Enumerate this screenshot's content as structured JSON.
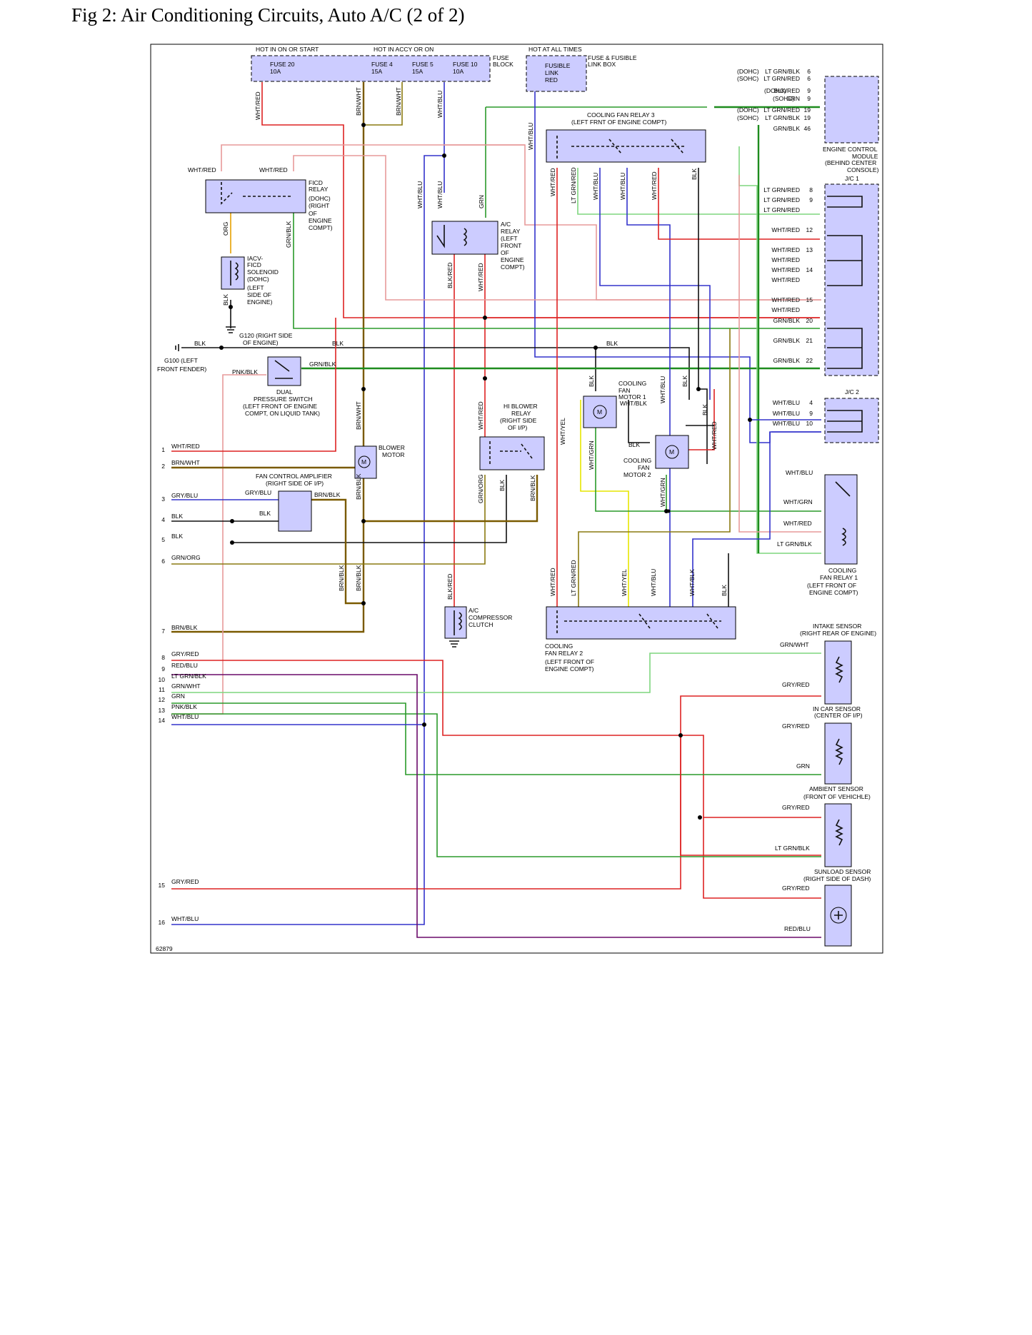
{
  "title": "Fig 2: Air Conditioning Circuits, Auto A/C (2 of 2)",
  "power": {
    "start": "HOT IN ON OR START",
    "accy": "HOT IN ACCY OR ON",
    "always": "HOT AT ALL TIMES"
  },
  "fuses": {
    "f20": "FUSE 20",
    "f20a": "10A",
    "f4": "FUSE 4",
    "f4a": "15A",
    "f5": "FUSE 5",
    "f5a": "15A",
    "f10": "FUSE 10",
    "f10a": "10A",
    "block1": "FUSE",
    "block2": "BLOCK",
    "link1": "FUSIBLE",
    "link2": "LINK",
    "link3": "RED",
    "box1": "FUSE & FUSIBLE",
    "box2": "LINK BOX"
  },
  "components": {
    "ecm1": "ENGINE CONTROL",
    "ecm2": "MODULE",
    "ecm3": "(BEHIND CENTER",
    "ecm4": "CONSOLE)",
    "jc1": "J/C 1",
    "jc2": "J/C 2",
    "cfr3a": "COOLING FAN RELAY 3",
    "cfr3b": "(LEFT FRNT OF ENGINE COMPT)",
    "ficd1": "FICD",
    "ficd2": "RELAY",
    "ficd3": "(DOHC)",
    "ficd4": "(RIGHT",
    "ficd5": "OF",
    "ficd6": "ENGINE",
    "ficd7": "COMPT)",
    "iacv1": "IACV-",
    "iacv2": "FICD",
    "iacv3": "SOLENOID",
    "iacv4": "(DOHC)",
    "iacv5": "(LEFT",
    "iacv6": "SIDE OF",
    "iacv7": "ENGINE)",
    "acr1": "A/C",
    "acr2": "RELAY",
    "acr3": "(LEFT",
    "acr4": "FRONT",
    "acr5": "OF",
    "acr6": "ENGINE",
    "acr7": "COMPT)",
    "g120a": "G120 (RIGHT SIDE",
    "g120b": "OF ENGINE)",
    "g100a": "G100  (LEFT",
    "g100b": "FRONT FENDER)",
    "dps1": "DUAL",
    "dps2": "PRESSURE SWITCH",
    "dps3": "(LEFT FRONT OF ENGINE",
    "dps4": "COMPT, ON LIQUID TANK)",
    "cfm1a": "COOLING",
    "cfm1b": "FAN",
    "cfm1c": "MOTOR 1",
    "cfm2a": "COOLING",
    "cfm2b": "FAN",
    "cfm2c": "MOTOR 2",
    "hbr1": "HI BLOWER",
    "hbr2": "RELAY",
    "hbr3": "(RIGHT SIDE",
    "hbr4": "OF I/P)",
    "bm1": "BLOWER",
    "bm2": "MOTOR",
    "fca1": "FAN CONTROL AMPLIFIER",
    "fca2": "(RIGHT SIDE OF I/P)",
    "cfr1a": "COOLING",
    "cfr1b": "FAN RELAY 1",
    "cfr1c": "(LEFT FRONT OF",
    "cfr1d": "ENGINE COMPT)",
    "acc1": "A/C",
    "acc2": "COMPRESSOR",
    "acc3": "CLUTCH",
    "cfr2a": "COOLING",
    "cfr2b": "FAN RELAY 2",
    "cfr2c": "(LEFT FRONT OF",
    "cfr2d": "ENGINE COMPT)",
    "is1": "INTAKE SENSOR",
    "is2": "(RIGHT REAR OF ENGINE)",
    "ics1": "IN CAR SENSOR",
    "ics2": "(CENTER OF I/P)",
    "as1": "AMBIENT SENSOR",
    "as2": "(FRONT OF VEHICHLE)",
    "ss1": "SUNLOAD SENSOR",
    "ss2": "(RIGHT SIDE OF DASH)",
    "m": "M"
  },
  "ecm_pins": [
    {
      "eng": "(DOHC)",
      "wire": "LT GRN/BLK",
      "pin": "6"
    },
    {
      "eng": "(SOHC)",
      "wire": "LT GRN/RED",
      "pin": "6"
    },
    {
      "eng": "(DOHC)",
      "wire": "BLK/RED",
      "pin": "9"
    },
    {
      "eng": "(SOHC)",
      "wire": "GRN",
      "pin": "9"
    },
    {
      "eng": "(DOHC)",
      "wire": "LT GRN/RED",
      "pin": "19"
    },
    {
      "eng": "(SOHC)",
      "wire": "LT GRN/BLK",
      "pin": "19"
    },
    {
      "eng": "",
      "wire": "GRN/BLK",
      "pin": "46"
    }
  ],
  "jc1_pins": [
    {
      "wire": "LT GRN/RED",
      "pin": "8"
    },
    {
      "wire": "LT GRN/RED",
      "pin": "9"
    },
    {
      "wire": "LT GRN/RED",
      "pin": ""
    },
    {
      "wire": "WHT/RED",
      "pin": "12"
    },
    {
      "wire": "WHT/RED",
      "pin": "13"
    },
    {
      "wire": "WHT/RED",
      "pin": ""
    },
    {
      "wire": "WHT/RED",
      "pin": "14"
    },
    {
      "wire": "WHT/RED",
      "pin": ""
    },
    {
      "wire": "WHT/RED",
      "pin": "15"
    },
    {
      "wire": "WHT/RED",
      "pin": ""
    },
    {
      "wire": "GRN/BLK",
      "pin": "20"
    },
    {
      "wire": "GRN/BLK",
      "pin": "21"
    },
    {
      "wire": "GRN/BLK",
      "pin": "22"
    }
  ],
  "jc2_pins": [
    {
      "wire": "WHT/BLU",
      "pin": "4"
    },
    {
      "wire": "WHT/BLU",
      "pin": "9"
    },
    {
      "wire": "WHT/BLU",
      "pin": "10"
    }
  ],
  "left_pins": [
    {
      "n": "1",
      "wire": "WHT/RED"
    },
    {
      "n": "2",
      "wire": "BRN/WHT"
    },
    {
      "n": "3",
      "wire": "GRY/BLU"
    },
    {
      "n": "4",
      "wire": "BLK"
    },
    {
      "n": "5",
      "wire": "BLK"
    },
    {
      "n": "6",
      "wire": "GRN/ORG"
    },
    {
      "n": "7",
      "wire": "BRN/BLK"
    },
    {
      "n": "8",
      "wire": "GRY/RED"
    },
    {
      "n": "9",
      "wire": "RED/BLU"
    },
    {
      "n": "10",
      "wire": "LT GRN/BLK"
    },
    {
      "n": "11",
      "wire": "GRN/WHT"
    },
    {
      "n": "12",
      "wire": "GRN"
    },
    {
      "n": "13",
      "wire": "PNK/BLK"
    },
    {
      "n": "14",
      "wire": "WHT/BLU"
    },
    {
      "n": "15",
      "wire": "GRY/RED"
    },
    {
      "n": "16",
      "wire": "WHT/BLU"
    }
  ],
  "wires": {
    "whtred": "WHT/RED",
    "whtblu": "WHT/BLU",
    "brnwht": "BRN/WHT",
    "org": "ORG",
    "grnblk": "GRN/BLK",
    "blk": "BLK",
    "grn": "GRN",
    "blkred": "BLK/RED",
    "ltgrnred": "LT GRN/RED",
    "ltgrnblk": "LT GRN/BLK",
    "pnkblk": "PNK/BLK",
    "grnorg": "GRN/ORG",
    "brnblk": "BRN/BLK",
    "whtyel": "WHT/YEL",
    "whtgrn": "WHT/GRN",
    "whtblk": "WHT/BLK",
    "gryblu": "GRY/BLU",
    "grnwht": "GRN/WHT",
    "gryred": "GRY/RED",
    "redblu": "RED/BLU"
  },
  "figure_id": "62879"
}
